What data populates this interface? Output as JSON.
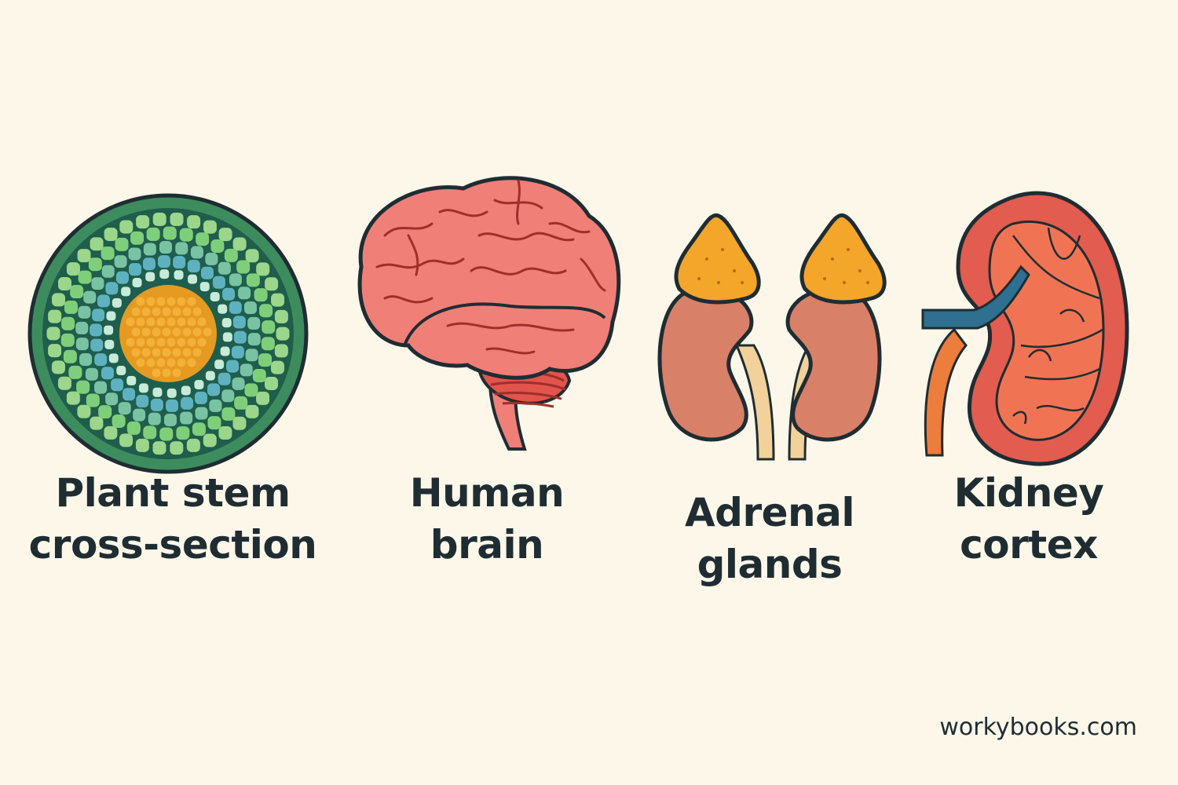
{
  "page": {
    "background": "#fcf7e9"
  },
  "items": [
    {
      "line1": "Plant stem",
      "line2": "cross-section",
      "icon": "plant-stem-cross-section-icon"
    },
    {
      "line1": "Human",
      "line2": "brain",
      "icon": "human-brain-icon"
    },
    {
      "line1": "Adrenal",
      "line2": "glands",
      "icon": "adrenal-glands-icon"
    },
    {
      "line1": "Kidney",
      "line2": "cortex",
      "icon": "kidney-cortex-icon"
    }
  ],
  "footer": {
    "site": "workybooks.com"
  },
  "colors": {
    "outline": "#1f2d33",
    "stem_green_dark": "#3d8c5e",
    "stem_green_light": "#9bd68a",
    "stem_blue": "#5eb2c0",
    "stem_core": "#f0a72b",
    "brain": "#f07f78",
    "adrenal": "#f4a62a",
    "kidney": "#d98068",
    "kidney_cortex": "#e25c4f",
    "vessel": "#2f6f8f"
  }
}
